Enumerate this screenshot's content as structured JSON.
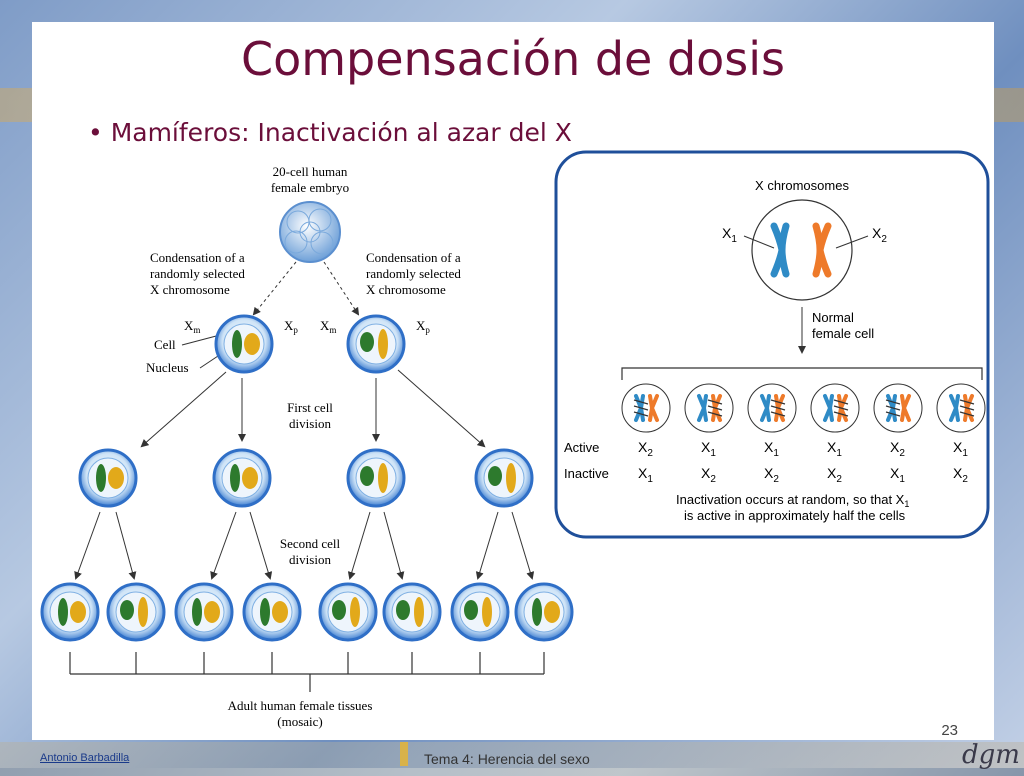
{
  "slide": {
    "title": "Compensación de dosis",
    "bullet": "• Mamíferos: Inactivación al azar del X",
    "page_number": "23",
    "footer_author": "Antonio Barbadilla",
    "footer_topic": "Tema 4: Herencia del sexo",
    "logo_text": "dgm"
  },
  "left_diagram": {
    "embryo_label": [
      "20-cell human",
      "female embryo"
    ],
    "condensation_left": [
      "Condensation of a",
      "randomly selected",
      "X chromosome"
    ],
    "condensation_right": [
      "Condensation of a",
      "randomly selected",
      "X chromosome"
    ],
    "xm": "X",
    "xm_sub": "m",
    "xp": "X",
    "xp_sub": "p",
    "cell_label": "Cell",
    "nucleus_label": "Nucleus",
    "first_division": [
      "First cell",
      "division"
    ],
    "second_division": [
      "Second cell",
      "division"
    ],
    "adult_tissues": [
      "Adult human female tissues",
      "(mosaic)"
    ]
  },
  "right_diagram": {
    "header": "X chromosomes",
    "x1": "X",
    "x1_sub": "1",
    "x2": "X",
    "x2_sub": "2",
    "normal_cell": [
      "Normal",
      "female cell"
    ],
    "active_label": "Active",
    "inactive_label": "Inactive",
    "cells": [
      {
        "active": "2",
        "inactive": "1"
      },
      {
        "active": "1",
        "inactive": "2"
      },
      {
        "active": "1",
        "inactive": "2"
      },
      {
        "active": "1",
        "inactive": "2"
      },
      {
        "active": "2",
        "inactive": "1"
      },
      {
        "active": "1",
        "inactive": "2"
      }
    ],
    "caption_line1": "Inactivation occurs at random, so that X",
    "caption_sub": "1",
    "caption_line2": "is active in approximately half the cells"
  },
  "colors": {
    "title": "#6b0e3a",
    "blue_chromosome": "#2f8bc6",
    "orange_chromosome": "#ee7a2a",
    "green_chromosome": "#2d7a2d",
    "yellow_chromosome": "#e2a91a",
    "panel_border": "#1f4f9a"
  }
}
